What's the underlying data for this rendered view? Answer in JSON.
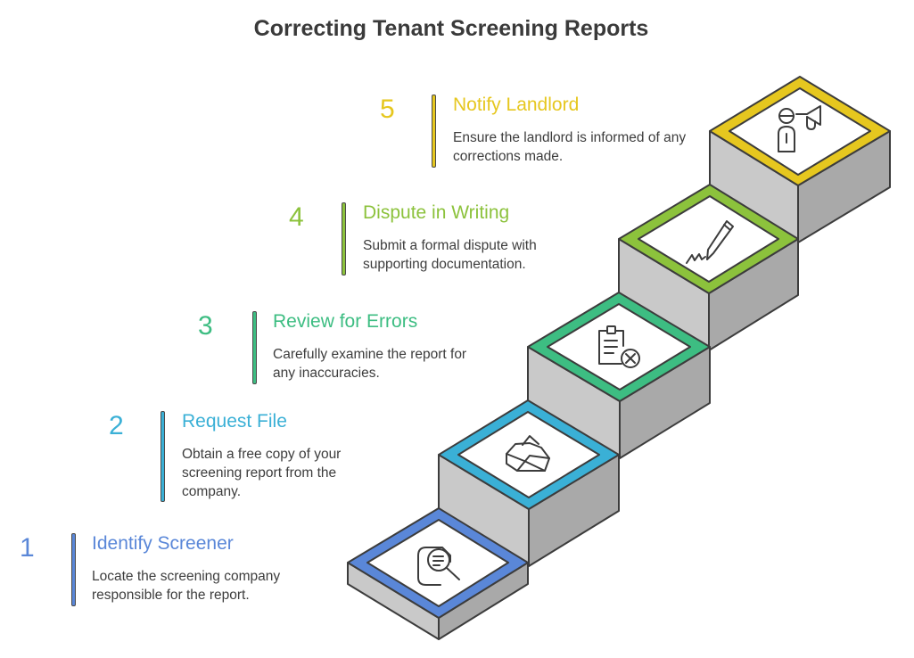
{
  "title": "Correcting Tenant Screening Reports",
  "colors": {
    "step1": "#5a87d8",
    "step2": "#3ab0d6",
    "step3": "#3dbd82",
    "step4": "#8cc23c",
    "step5": "#e6c71f",
    "stair_side": "#c8c8c8",
    "stair_outline": "#3c3c3c"
  },
  "steps": [
    {
      "number": "1",
      "heading": "Identify Screener",
      "description": "Locate the screening company responsible for the report.",
      "icon": "document-search-icon"
    },
    {
      "number": "2",
      "heading": "Request File",
      "description": "Obtain a free copy of your screening report from the company.",
      "icon": "envelope-icon"
    },
    {
      "number": "3",
      "heading": "Review for Errors",
      "description": "Carefully examine the report for any inaccuracies.",
      "icon": "clipboard-error-icon"
    },
    {
      "number": "4",
      "heading": "Dispute in Writing",
      "description": "Submit a formal dispute with supporting documentation.",
      "icon": "pen-signature-icon"
    },
    {
      "number": "5",
      "heading": "Notify Landlord",
      "description": "Ensure the landlord is informed of any corrections made.",
      "icon": "person-megaphone-icon"
    }
  ]
}
